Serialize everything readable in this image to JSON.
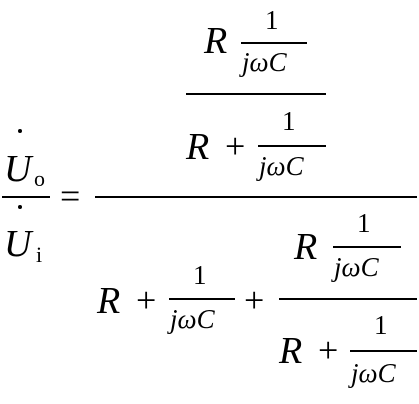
{
  "equation": {
    "lhs": {
      "numerator": {
        "symbol": "U",
        "subscript": "o"
      },
      "denominator": {
        "symbol": "U",
        "subscript": "i"
      }
    },
    "equals": "=",
    "rhs": {
      "numerator": {
        "top": {
          "r": "R",
          "frac_num": "1",
          "frac_den": "jωC"
        },
        "bottom": {
          "r": "R",
          "plus": "+",
          "frac_num": "1",
          "frac_den": "jωC"
        }
      },
      "denominator": {
        "r": "R",
        "plus1": "+",
        "frac_num": "1",
        "frac_den": "jωC",
        "plus2": "+",
        "parallel": {
          "top": {
            "r": "R",
            "frac_num": "1",
            "frac_den": "jωC"
          },
          "bottom": {
            "r": "R",
            "plus": "+",
            "frac_num": "1",
            "frac_den": "jωC"
          }
        }
      }
    }
  }
}
